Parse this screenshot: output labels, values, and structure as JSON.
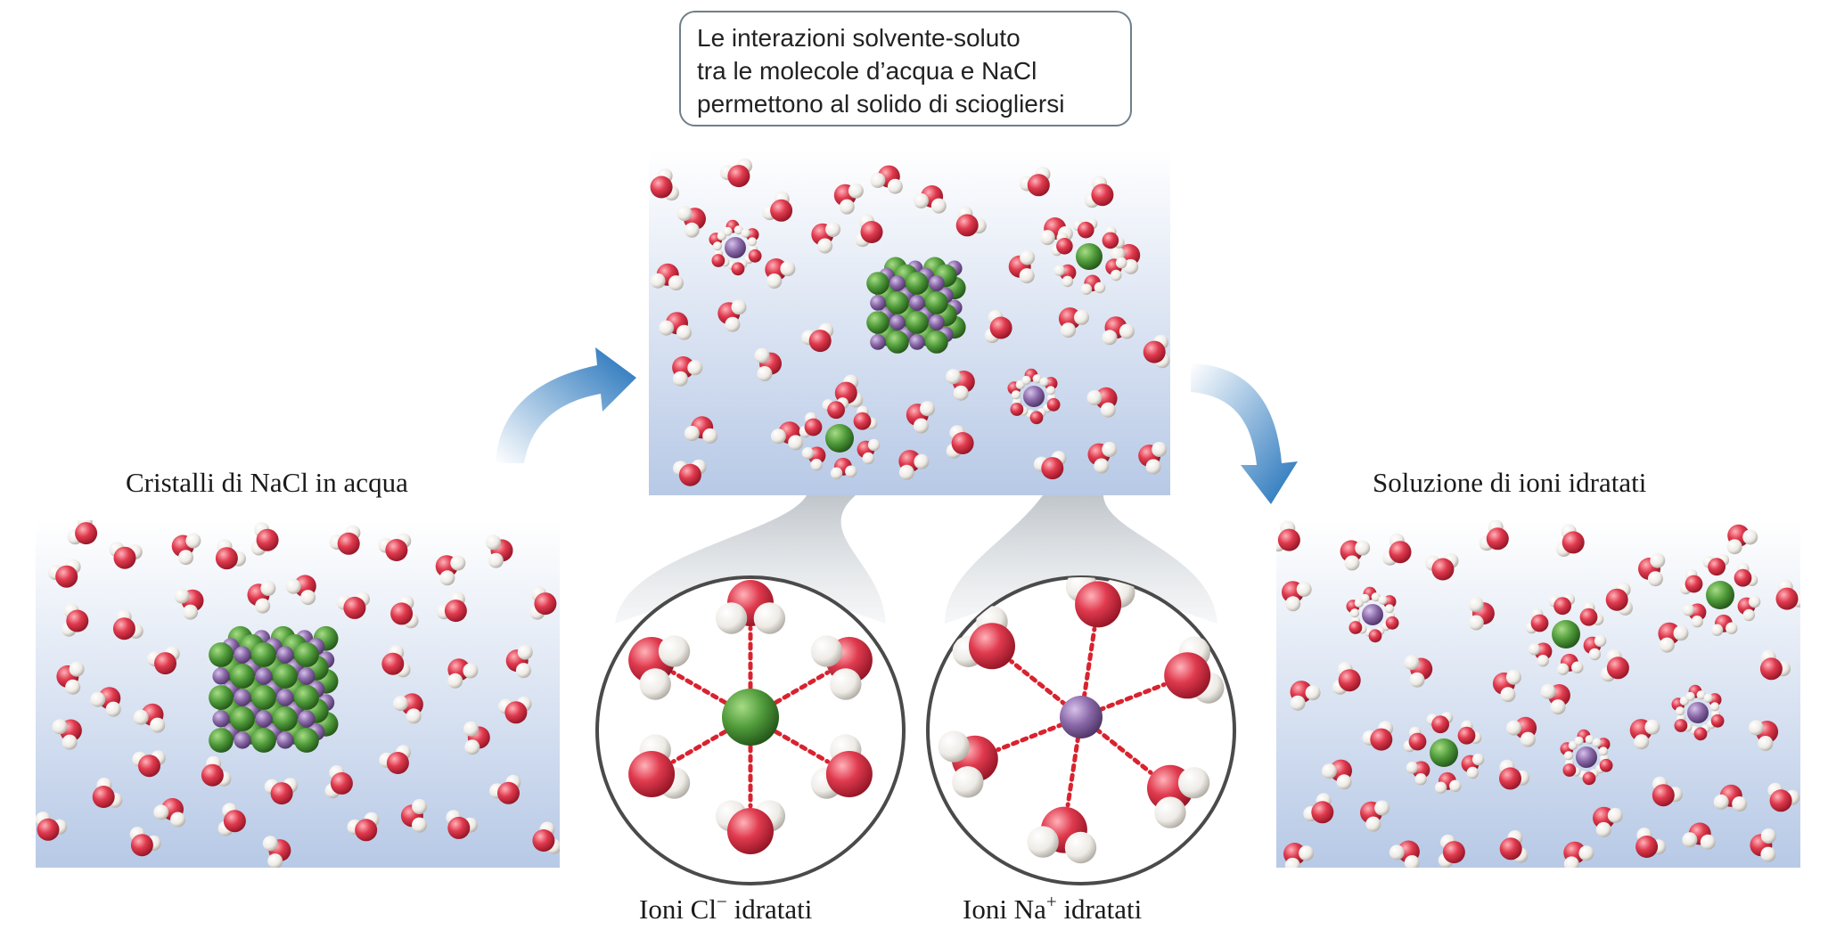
{
  "callout": {
    "lines": [
      "Le interazioni solvente-soluto",
      "tra le molecole d’acqua e NaCl",
      "permettono al solido di sciogliersi"
    ]
  },
  "panels": {
    "left_caption": "Cristalli di NaCl in acqua",
    "right_caption": "Soluzione di ioni idratati"
  },
  "zoom": {
    "cl": {
      "prefix": "Ioni Cl",
      "charge": "−",
      "suffix": " idratati"
    },
    "na": {
      "prefix": "Ioni Na",
      "charge": "+",
      "suffix": " idratati"
    }
  },
  "colors": {
    "oxygen": "#e03a4e",
    "hydrogen": "#f3f1ee",
    "chloride": "#4f9a3a",
    "sodium": "#8a68a8",
    "bond": "#d8232f",
    "arrow": "#1d6fb9",
    "panel_top": "#ffffff",
    "panel_bottom": "#b7c9e6"
  }
}
